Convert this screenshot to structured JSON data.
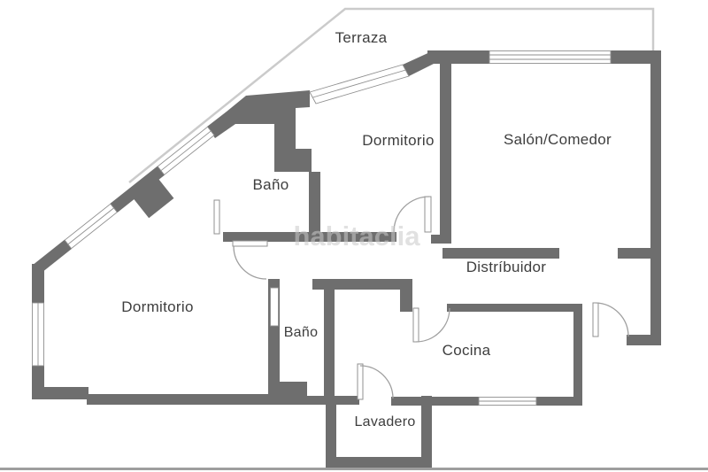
{
  "floorplan": {
    "watermark": "habitaclia",
    "rooms": [
      {
        "id": "terraza",
        "label": "Terraza"
      },
      {
        "id": "dormitorio-top",
        "label": "Dormitorio"
      },
      {
        "id": "salon-comedor",
        "label": "Salón/Comedor"
      },
      {
        "id": "bano-top",
        "label": "Baño"
      },
      {
        "id": "distribuidor",
        "label": "Distríbuidor"
      },
      {
        "id": "dormitorio-left",
        "label": "Dormitorio"
      },
      {
        "id": "bano-bottom",
        "label": "Baño"
      },
      {
        "id": "cocina",
        "label": "Cocina"
      },
      {
        "id": "lavadero",
        "label": "Lavadero"
      }
    ],
    "colors": {
      "wall": "#6e6e6e",
      "terraza_outline": "#cbcbcb",
      "window_line": "#8f8f8f",
      "door_arc": "#9f9f9f",
      "label_text": "#3e3e3e",
      "watermark": "#c9c9c9",
      "bottom_divider": "#9e9e9e",
      "background": "#ffffff"
    }
  }
}
